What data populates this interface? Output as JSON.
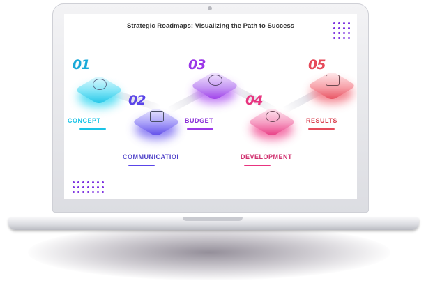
{
  "slide": {
    "title": "Strategic Roadmaps: Visualizing the Path to Success"
  },
  "colors": {
    "accent_purple": "#7b2fe0",
    "cyan": "#19c3e6",
    "indigo": "#5a45e8",
    "violet": "#9b37e8",
    "pink": "#e8347f",
    "coral": "#e64a5a"
  },
  "steps": [
    {
      "number": "01",
      "label": "CONCEPT",
      "icon": "target-icon",
      "color": "#19c3e6"
    },
    {
      "number": "02",
      "label": "COMMUNICATIOI",
      "icon": "chat-icon",
      "color": "#5a45e8"
    },
    {
      "number": "03",
      "label": "BUDGET",
      "icon": "dollar-icon",
      "color": "#9b37e8"
    },
    {
      "number": "04",
      "label": "DEVELOPMENT",
      "icon": "gear-icon",
      "color": "#e8347f"
    },
    {
      "number": "05",
      "label": "RESULTS",
      "icon": "check-icon",
      "color": "#e64a5a"
    }
  ]
}
